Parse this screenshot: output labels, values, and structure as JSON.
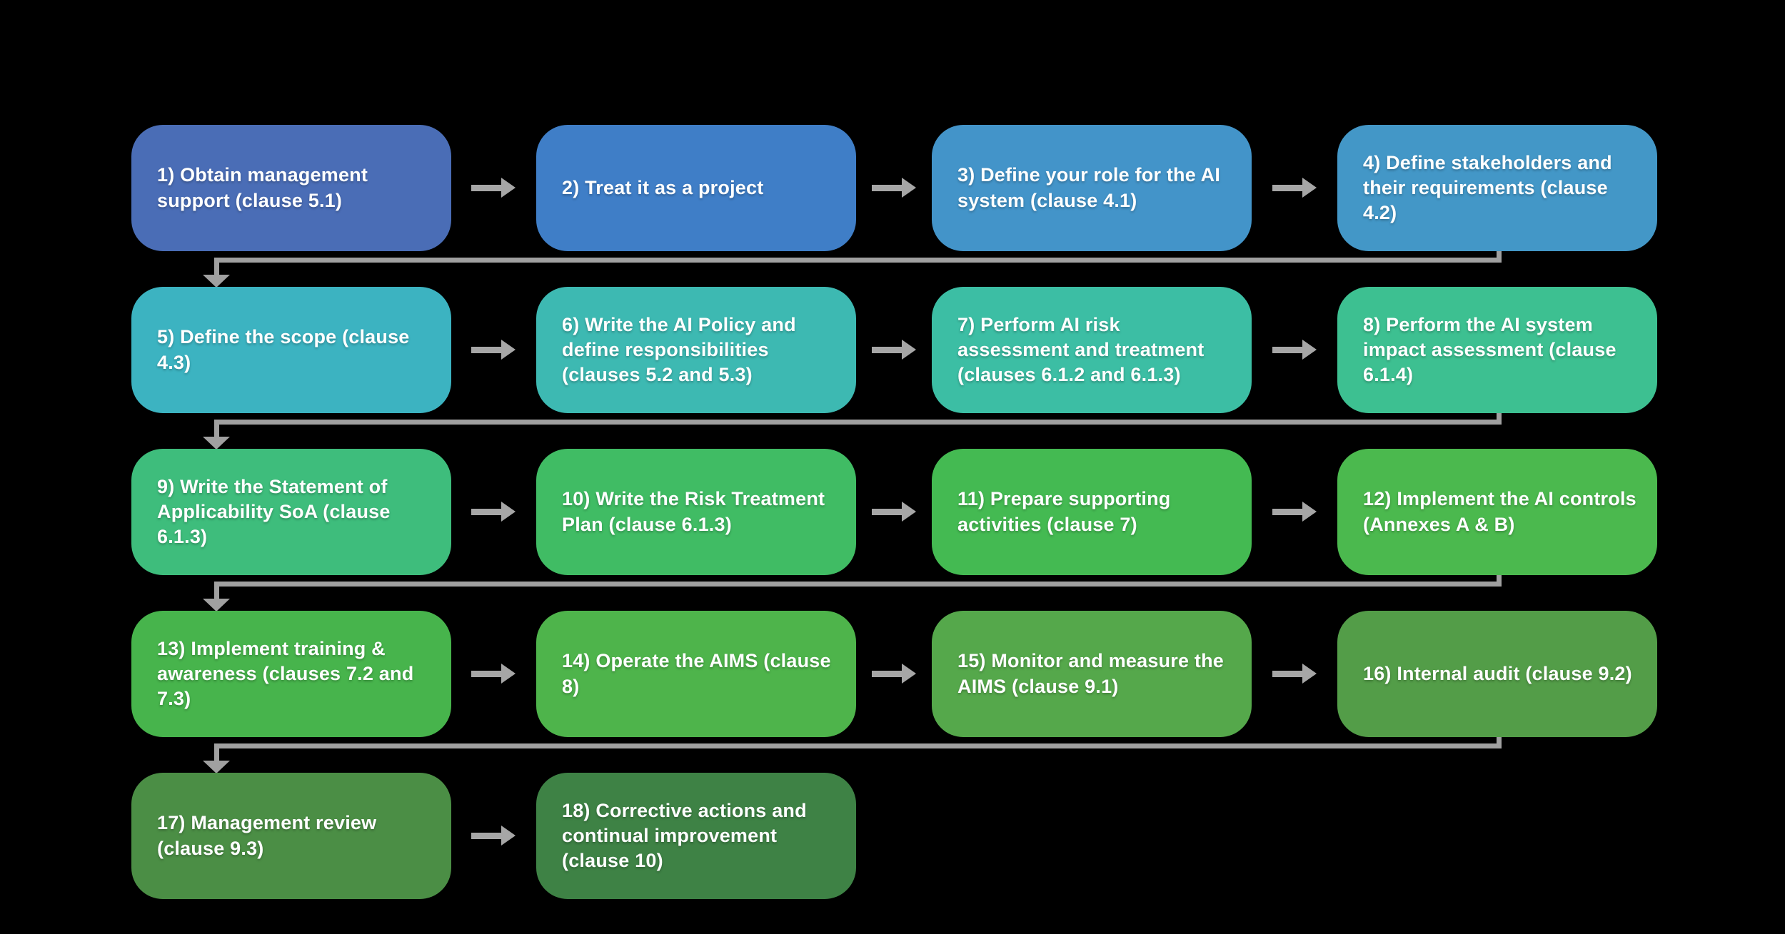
{
  "diagram": {
    "background_color": "#000000",
    "text_color": "#ffffff",
    "arrow_color": "#a6a6a6",
    "connector_color": "#a0a0a0",
    "rows": 5,
    "columns": 4
  },
  "steps": [
    {
      "label": "1) Obtain management support (clause 5.1)",
      "color": "#4a6db6",
      "row": 1,
      "col": 1
    },
    {
      "label": "2) Treat it as a project",
      "color": "#3f7ec7",
      "row": 1,
      "col": 2
    },
    {
      "label": "3) Define your role for the AI system (clause 4.1)",
      "color": "#4394c9",
      "row": 1,
      "col": 3
    },
    {
      "label": "4) Define stakeholders and their requirements (clause 4.2)",
      "color": "#4397c7",
      "row": 1,
      "col": 4
    },
    {
      "label": "5) Define the scope (clause 4.3)",
      "color": "#3cb3c1",
      "row": 2,
      "col": 1
    },
    {
      "label": "6) Write the AI Policy and define responsibilities (clauses 5.2 and 5.3)",
      "color": "#3db9b2",
      "row": 2,
      "col": 2
    },
    {
      "label": "7) Perform AI risk assessment and treatment (clauses 6.1.2 and 6.1.3)",
      "color": "#3cbea4",
      "row": 2,
      "col": 3
    },
    {
      "label": "8) Perform the AI system impact assessment (clause 6.1.4)",
      "color": "#3dc091",
      "row": 2,
      "col": 4
    },
    {
      "label": "9) Write the Statement of Applicability SoA (clause 6.1.3)",
      "color": "#3ebd7c",
      "row": 3,
      "col": 1
    },
    {
      "label": "10) Write the Risk Treatment Plan (clause 6.1.3)",
      "color": "#40bc64",
      "row": 3,
      "col": 2
    },
    {
      "label": "11) Prepare supporting activities (clause 7)",
      "color": "#44ba52",
      "row": 3,
      "col": 3
    },
    {
      "label": "12) Implement the AI controls (Annexes A & B)",
      "color": "#4bb94e",
      "row": 3,
      "col": 4
    },
    {
      "label": "13) Implement training & awareness (clauses 7.2 and 7.3)",
      "color": "#47b44c",
      "row": 4,
      "col": 1
    },
    {
      "label": "14) Operate the AIMS (clause 8)",
      "color": "#4eb44b",
      "row": 4,
      "col": 2
    },
    {
      "label": "15) Monitor and measure the AIMS (clause 9.1)",
      "color": "#55a84b",
      "row": 4,
      "col": 3
    },
    {
      "label": "16) Internal audit (clause 9.2)",
      "color": "#539d48",
      "row": 4,
      "col": 4
    },
    {
      "label": "17) Management review (clause 9.3)",
      "color": "#4b8e45",
      "row": 5,
      "col": 1
    },
    {
      "label": "18) Corrective actions and continual improvement (clause 10)",
      "color": "#3e8245",
      "row": 5,
      "col": 2
    }
  ]
}
